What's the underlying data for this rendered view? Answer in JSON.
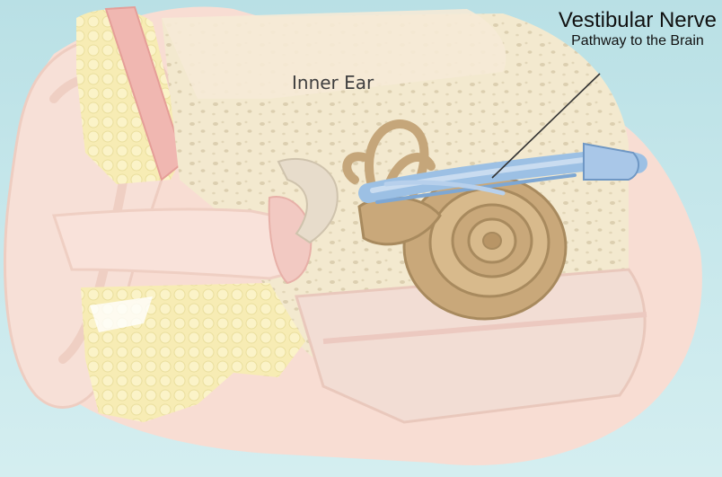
{
  "diagram": {
    "labels": {
      "inner_ear": "Inner Ear",
      "nerve_title": "Vestibular Nerve",
      "nerve_subtitle": "Pathway to the Brain"
    },
    "colors": {
      "background": "#c6e7eb",
      "skin": "#f8dcd2",
      "bone": "#f2e6c8",
      "cochlea": "#c9a87a",
      "nerve": "#8fb6df",
      "fat": "#fbf0b8"
    }
  }
}
